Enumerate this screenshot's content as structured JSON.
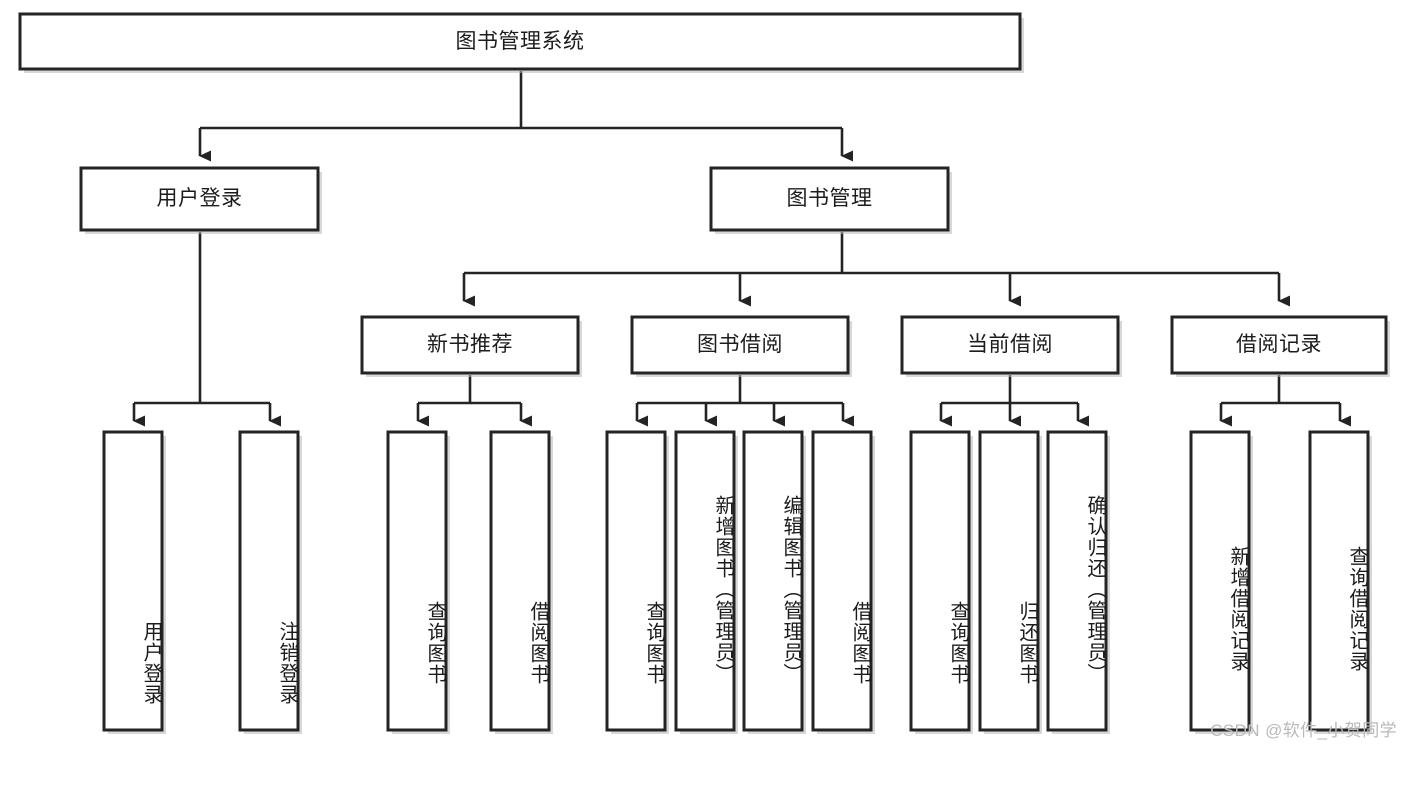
{
  "diagram": {
    "title": "图书管理系统",
    "type": "tree-hierarchy-chart",
    "watermark": "CSDN @软件_小贺同学",
    "colors": {
      "box_fill": "#ffffff",
      "box_stroke": "#242424",
      "text": "#1c1c1c",
      "watermark": "#b9b9b9",
      "background": "#ffffff"
    },
    "root": {
      "label": "图书管理系统"
    },
    "level2": [
      {
        "label": "用户登录"
      },
      {
        "label": "图书管理"
      }
    ],
    "level3": [
      {
        "label": "新书推荐"
      },
      {
        "label": "图书借阅"
      },
      {
        "label": "当前借阅"
      },
      {
        "label": "借阅记录"
      }
    ],
    "leaves": {
      "user_login": [
        {
          "label": "用户登录"
        },
        {
          "label": "注销登录"
        }
      ],
      "new_book_recommend": [
        {
          "label": "查询图书"
        },
        {
          "label": "借阅图书"
        }
      ],
      "book_borrow": [
        {
          "label": "查询图书"
        },
        {
          "label": "新增图书（管理员）"
        },
        {
          "label": "编辑图书（管理员）"
        },
        {
          "label": "借阅图书"
        }
      ],
      "current_borrow": [
        {
          "label": "查询图书"
        },
        {
          "label": "归还图书"
        },
        {
          "label": "确认归还（管理员）"
        }
      ],
      "borrow_record": [
        {
          "label": "新增借阅记录"
        },
        {
          "label": "查询借阅记录"
        }
      ]
    }
  }
}
